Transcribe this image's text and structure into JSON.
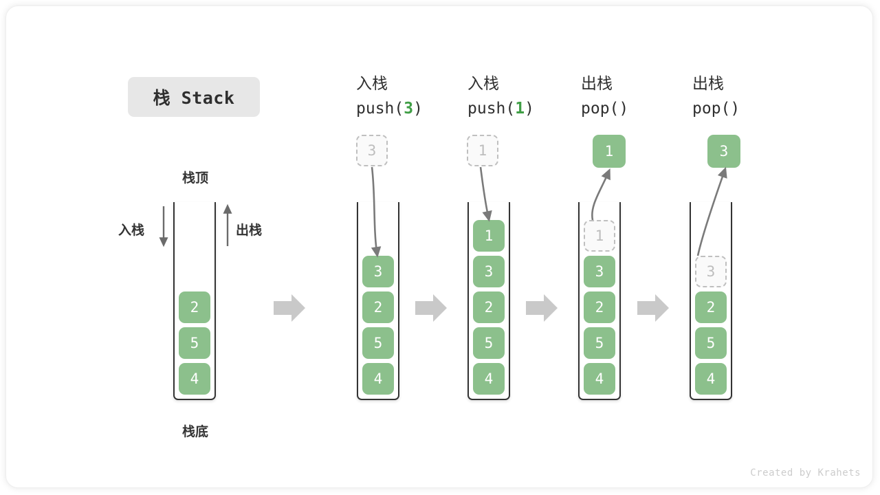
{
  "title_badge": {
    "text": "栈 Stack"
  },
  "left_stack": {
    "top_label": "栈顶",
    "bottom_label": "栈底",
    "push_label": "入栈",
    "pop_label": "出栈",
    "cells": [
      "2",
      "5",
      "4"
    ]
  },
  "stages": [
    {
      "id": "push-3",
      "cn": "入栈",
      "code_prefix": "push(",
      "code_arg": "3",
      "code_suffix": ")",
      "floating": {
        "value": "3",
        "style": "ghost"
      },
      "arrow": "down",
      "cells": [
        "3",
        "2",
        "5",
        "4"
      ],
      "ghost_index": -1
    },
    {
      "id": "push-1",
      "cn": "入栈",
      "code_prefix": "push(",
      "code_arg": "1",
      "code_suffix": ")",
      "floating": {
        "value": "1",
        "style": "ghost"
      },
      "arrow": "down",
      "cells": [
        "1",
        "3",
        "2",
        "5",
        "4"
      ],
      "ghost_index": -1
    },
    {
      "id": "pop-1",
      "cn": "出栈",
      "code_prefix": "pop(",
      "code_arg": "",
      "code_suffix": ")",
      "floating": {
        "value": "1",
        "style": "filled"
      },
      "arrow": "up",
      "cells": [
        "1",
        "3",
        "2",
        "5",
        "4"
      ],
      "ghost_index": 0
    },
    {
      "id": "pop-3",
      "cn": "出栈",
      "code_prefix": "pop(",
      "code_arg": "",
      "code_suffix": ")",
      "floating": {
        "value": "3",
        "style": "filled"
      },
      "arrow": "up",
      "cells": [
        "3",
        "2",
        "5",
        "4"
      ],
      "ghost_index": 0
    }
  ],
  "flow_arrows": 4,
  "credit": "Created by Krahets",
  "colors": {
    "green": "#8cc08c",
    "green_text": "#3f9e45",
    "gray_arrow": "#c9c9c9",
    "curve_arrow": "#7a7a7a",
    "ghost_border": "#bfbfbf",
    "badge_bg": "#e7e7e7"
  }
}
